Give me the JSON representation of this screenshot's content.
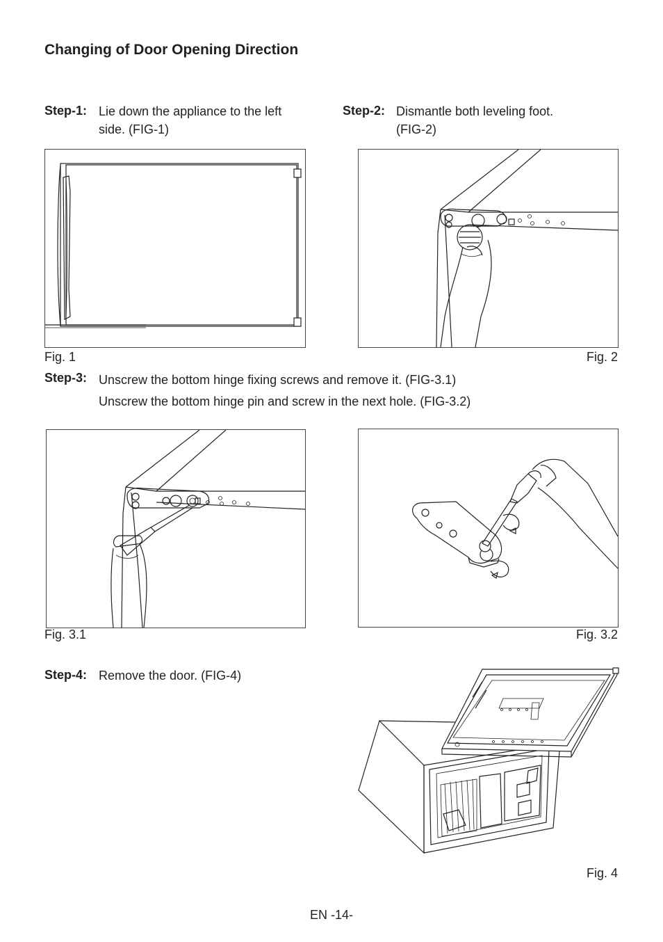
{
  "title": "Changing of Door Opening Direction",
  "steps": [
    {
      "label": "Step-1:",
      "lines": [
        "Lie down the appliance to the left",
        "side. (FIG-1)"
      ]
    },
    {
      "label": "Step-2:",
      "lines": [
        "Dismantle both leveling foot.",
        "(FIG-2)"
      ]
    },
    {
      "label": "Step-3:",
      "lines": [
        "Unscrew the bottom hinge fixing screws and remove it. (FIG-3.1)",
        "Unscrew the bottom hinge pin and screw in the next hole. (FIG-3.2)"
      ]
    },
    {
      "label": "Step-4:",
      "lines": [
        "Remove the door. (FIG-4)"
      ]
    }
  ],
  "figures": [
    {
      "caption": "Fig. 1",
      "icon": "appliance-lying-icon"
    },
    {
      "caption": "Fig. 2",
      "icon": "leveling-foot-removal-icon"
    },
    {
      "caption": "Fig. 3.1",
      "icon": "hinge-screw-removal-icon"
    },
    {
      "caption": "Fig. 3.2",
      "icon": "hinge-pin-screw-icon"
    },
    {
      "caption": "Fig. 4",
      "icon": "door-removal-icon"
    }
  ],
  "footer": "EN -14-"
}
